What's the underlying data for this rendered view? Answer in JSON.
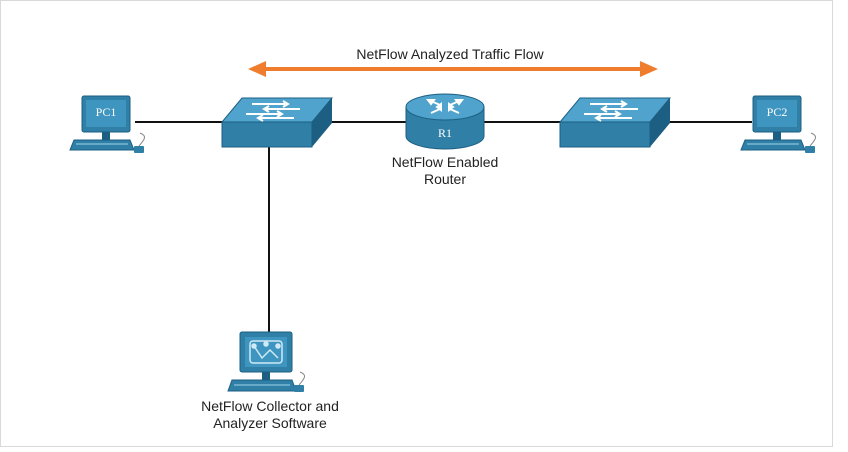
{
  "diagram": {
    "flow_label": "NetFlow Analyzed Traffic Flow",
    "pc1": {
      "label": "PC1"
    },
    "pc2": {
      "label": "PC2"
    },
    "router": {
      "label": "R1",
      "caption_line1": "NetFlow Enabled",
      "caption_line2": "Router"
    },
    "collector": {
      "caption_line1": "NetFlow Collector and",
      "caption_line2": "Analyzer Software"
    },
    "icons": [
      "pc-icon",
      "switch-icon",
      "router-icon",
      "collector-pc-icon",
      "bidirectional-arrow-icon"
    ],
    "colors": {
      "device": "#2f7fa6",
      "device_dark": "#1d5f83",
      "device_light": "#9fd3ec",
      "arrow": "#ef7d2d",
      "link": "#111111",
      "frame": "#d9d9d9"
    }
  }
}
